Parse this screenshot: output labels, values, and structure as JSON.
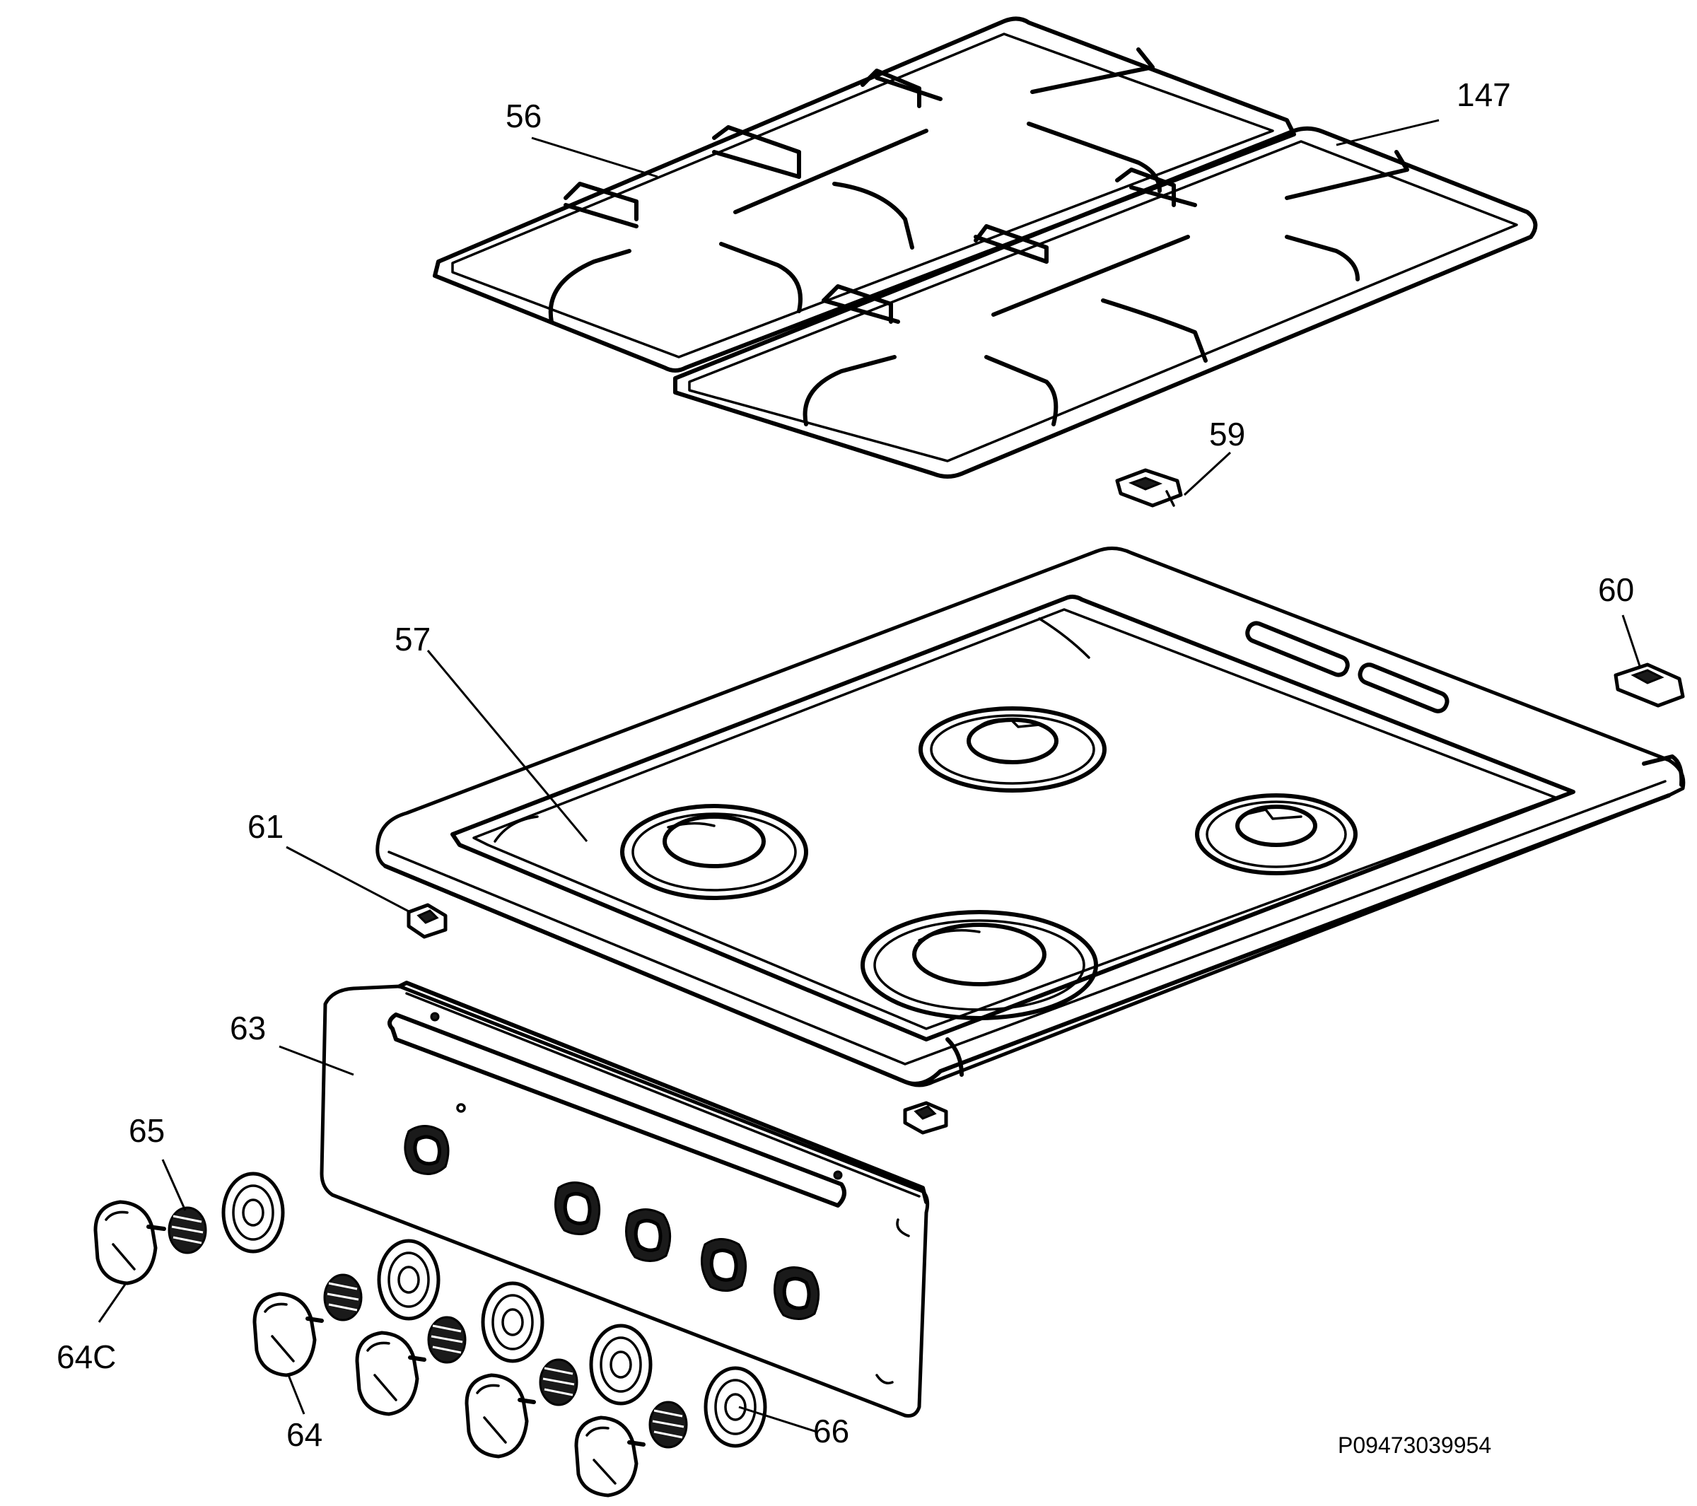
{
  "labels": {
    "l56": "56",
    "l147": "147",
    "l59": "59",
    "l60": "60",
    "l57": "57",
    "l61": "61",
    "l63": "63",
    "l65": "65",
    "l64c": "64C",
    "l64": "64",
    "l66": "66"
  },
  "diagram_code": "P09473039954"
}
